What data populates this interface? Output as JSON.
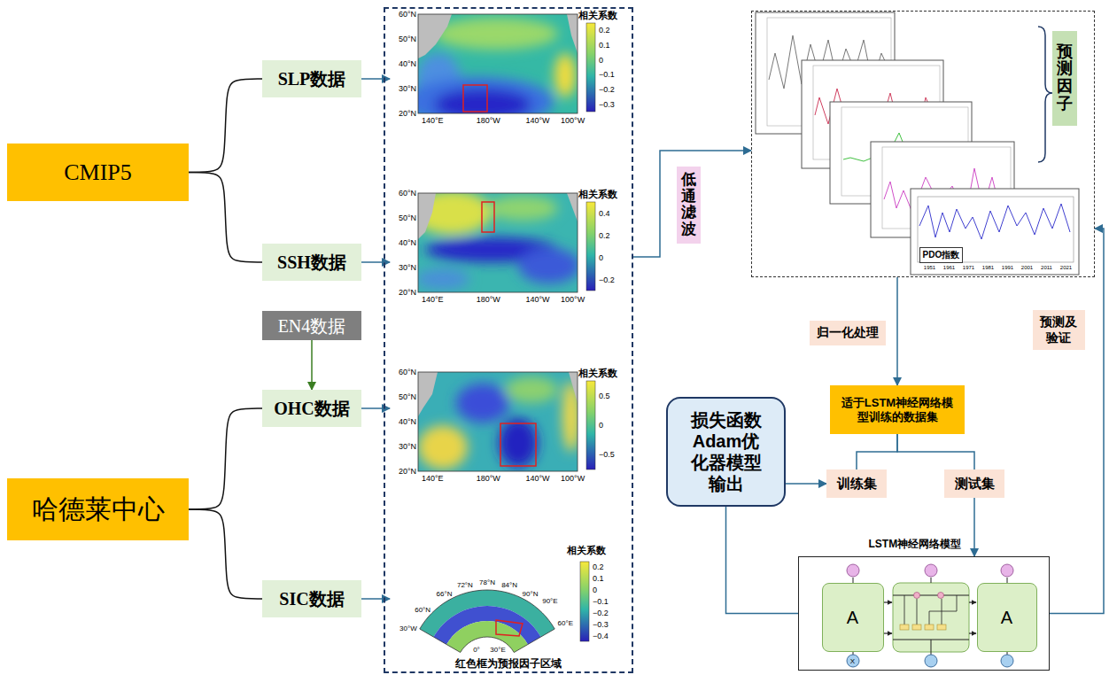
{
  "diagram": {
    "nodes": [
      {
        "text": [
          "CMIP5"
        ]
      },
      {
        "text": [
          "SLP数据"
        ]
      },
      {
        "text": [
          "SSH数据"
        ]
      },
      {
        "text": [
          "EN4数据"
        ]
      },
      {
        "text": [
          "OHC数据"
        ]
      },
      {
        "text": [
          "哈德莱中心"
        ]
      },
      {
        "text": [
          "SIC数据"
        ]
      },
      {
        "text": [
          "红色框为预报因子区域"
        ]
      },
      {
        "text": [
          "相关系数",
          "60°N",
          "50°N",
          "40°N",
          "30°N",
          "20°N",
          "140°E",
          "180°W",
          "140°W",
          "100°W",
          "0.2",
          "0.1",
          "0",
          "−0.1",
          "−0.2",
          "−0.3"
        ],
        "in": 7
      },
      {
        "text": [
          "相关系数",
          "60°N",
          "50°N",
          "40°N",
          "30°N",
          "20°N",
          "140°E",
          "180°W",
          "140°W",
          "100°W",
          "0.4",
          "0.2",
          "0",
          "−0.2"
        ],
        "in": 7
      },
      {
        "text": [
          "相关系数",
          "60°N",
          "50°N",
          "40°N",
          "30°N",
          "20°N",
          "140°E",
          "180°W",
          "140°W",
          "100°W",
          "0.5",
          "0",
          "−0.5"
        ],
        "in": 7
      },
      {
        "text": [
          "相关系数",
          "90°N",
          "84°N",
          "78°N",
          "72°N",
          "66°N",
          "60°N",
          "30°W",
          "0°",
          "30°E",
          "60°E",
          "90°E",
          "0.2",
          "0.1",
          "0",
          "−0.1",
          "−0.2",
          "−0.3",
          "−0.4"
        ],
        "in": 7
      },
      {
        "text": [
          "PDO指数",
          "1951",
          "1961",
          "1971",
          "1981",
          "1991",
          "2001",
          "2011",
          "2021"
        ]
      },
      {
        "text": [
          "预测因子"
        ],
        "in": 12
      },
      {
        "text": [
          "适于LSTM神经网络模型训练的数据集"
        ]
      },
      {
        "text": [
          "损失函数 Adam优化器模型 输出"
        ]
      },
      {
        "text": [
          "训练集"
        ]
      },
      {
        "text": [
          "测试集"
        ]
      },
      {
        "text": [
          "LSTM神经网络模型",
          "X"
        ]
      },
      {
        "text": [
          "A"
        ],
        "in": 18
      },
      {
        "text": [
          "A"
        ],
        "in": 18
      }
    ],
    "edges": [
      {
        "from": 0,
        "to": 1,
        "arrow": "none"
      },
      {
        "from": 0,
        "to": 2,
        "arrow": "none"
      },
      {
        "from": 3,
        "to": 4,
        "arrow": "to"
      },
      {
        "from": 5,
        "to": 4,
        "arrow": "none"
      },
      {
        "from": 5,
        "to": 6,
        "arrow": "none"
      },
      {
        "from": 1,
        "to": 8,
        "arrow": "to"
      },
      {
        "from": 2,
        "to": 9,
        "arrow": "to"
      },
      {
        "from": 4,
        "to": 10,
        "arrow": "to"
      },
      {
        "from": 6,
        "to": 11,
        "arrow": "to"
      },
      {
        "from": 7,
        "to": 12,
        "label": "低通滤波",
        "arrow": "to"
      },
      {
        "from": 12,
        "to": 14,
        "label": "归一化处理",
        "arrow": "to"
      },
      {
        "from": 14,
        "to": 16,
        "arrow": "none"
      },
      {
        "from": 14,
        "to": 17,
        "arrow": "none"
      },
      {
        "from": 15,
        "to": 16,
        "arrow": "to"
      },
      {
        "from": 17,
        "to": 18,
        "arrow": "to"
      },
      {
        "from": 15,
        "to": 18,
        "arrow": "none"
      },
      {
        "from": 18,
        "to": 12,
        "label": "预测及验证",
        "arrow": "to"
      }
    ]
  }
}
